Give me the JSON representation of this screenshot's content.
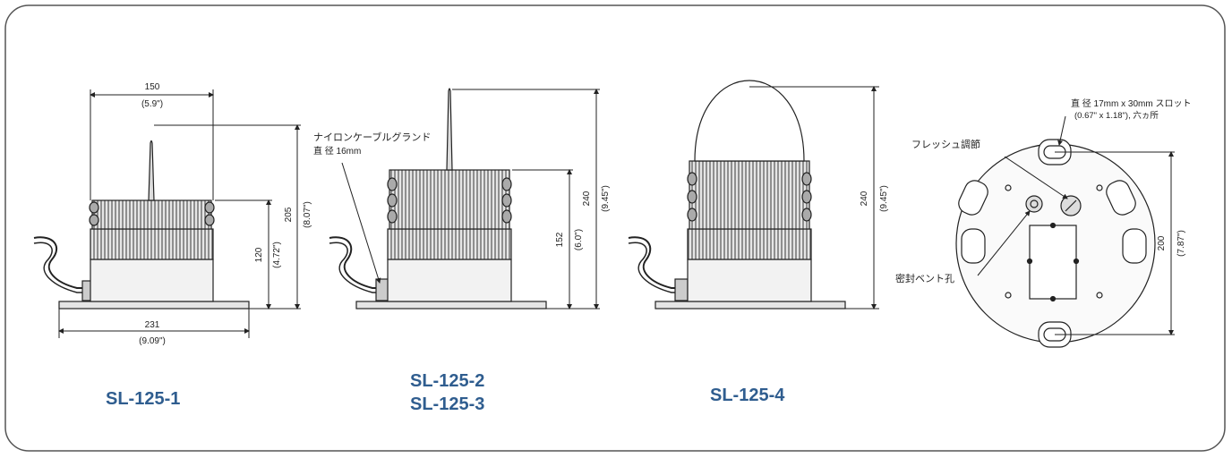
{
  "colors": {
    "frame": "#555555",
    "line": "#222222",
    "body_fill": "#d9d9d9",
    "model_text": "#2f5d8f"
  },
  "models": {
    "m1": "SL-125-1",
    "m2a": "SL-125-2",
    "m2b": "SL-125-3",
    "m4": "SL-125-4"
  },
  "dims": {
    "d1_top_mm": "150",
    "d1_top_in": "(5.9\")",
    "d1_base_mm": "231",
    "d1_base_in": "(9.09\")",
    "d1_h1_mm": "120",
    "d1_h1_in": "(4.72\")",
    "d1_h2_mm": "205",
    "d1_h2_in": "(8.07\")",
    "d2_h1_mm": "152",
    "d2_h1_in": "(6.0\")",
    "d2_h2_mm": "240",
    "d2_h2_in": "(9.45\")",
    "d4_h_mm": "240",
    "d4_h_in": "(9.45\")",
    "d5_h_mm": "200",
    "d5_h_in": "(7.87\")"
  },
  "annotations": {
    "gland_line1": "ナイロンケーブルグランド",
    "gland_line2": "直 径 16mm",
    "slot_line1": "直 径 17mm x 30mm スロット",
    "slot_line2": "(0.67\" x 1.18\"), 六ヵ所",
    "flash_adjust": "フレッシュ調節",
    "vent_hole": "密封ベント孔"
  }
}
